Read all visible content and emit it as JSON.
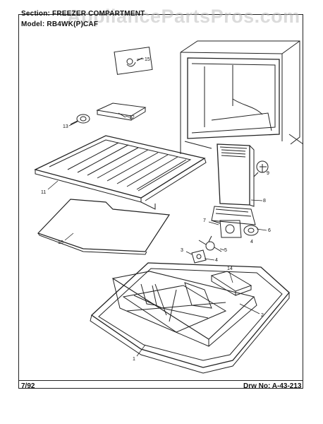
{
  "header": {
    "section_label": "Section:",
    "section_value": "FREEZER COMPARTMENT",
    "model_label": "Model:",
    "model_value": "RB4WK(P)CAF"
  },
  "watermark": "AppliancePartsPros.com",
  "footer": {
    "date": "7/92",
    "drawing_label": "Drw No:",
    "drawing_number": "A-43-213"
  },
  "callouts": {
    "c1": "1",
    "c2": "2",
    "c3": "3",
    "c4a": "4",
    "c4b": "4",
    "c5": "5",
    "c6": "6",
    "c7": "7",
    "c8": "8",
    "c9": "9",
    "c10": "10",
    "c11": "11",
    "c12": "12",
    "c13": "13",
    "c14": "14",
    "c15": "15"
  }
}
